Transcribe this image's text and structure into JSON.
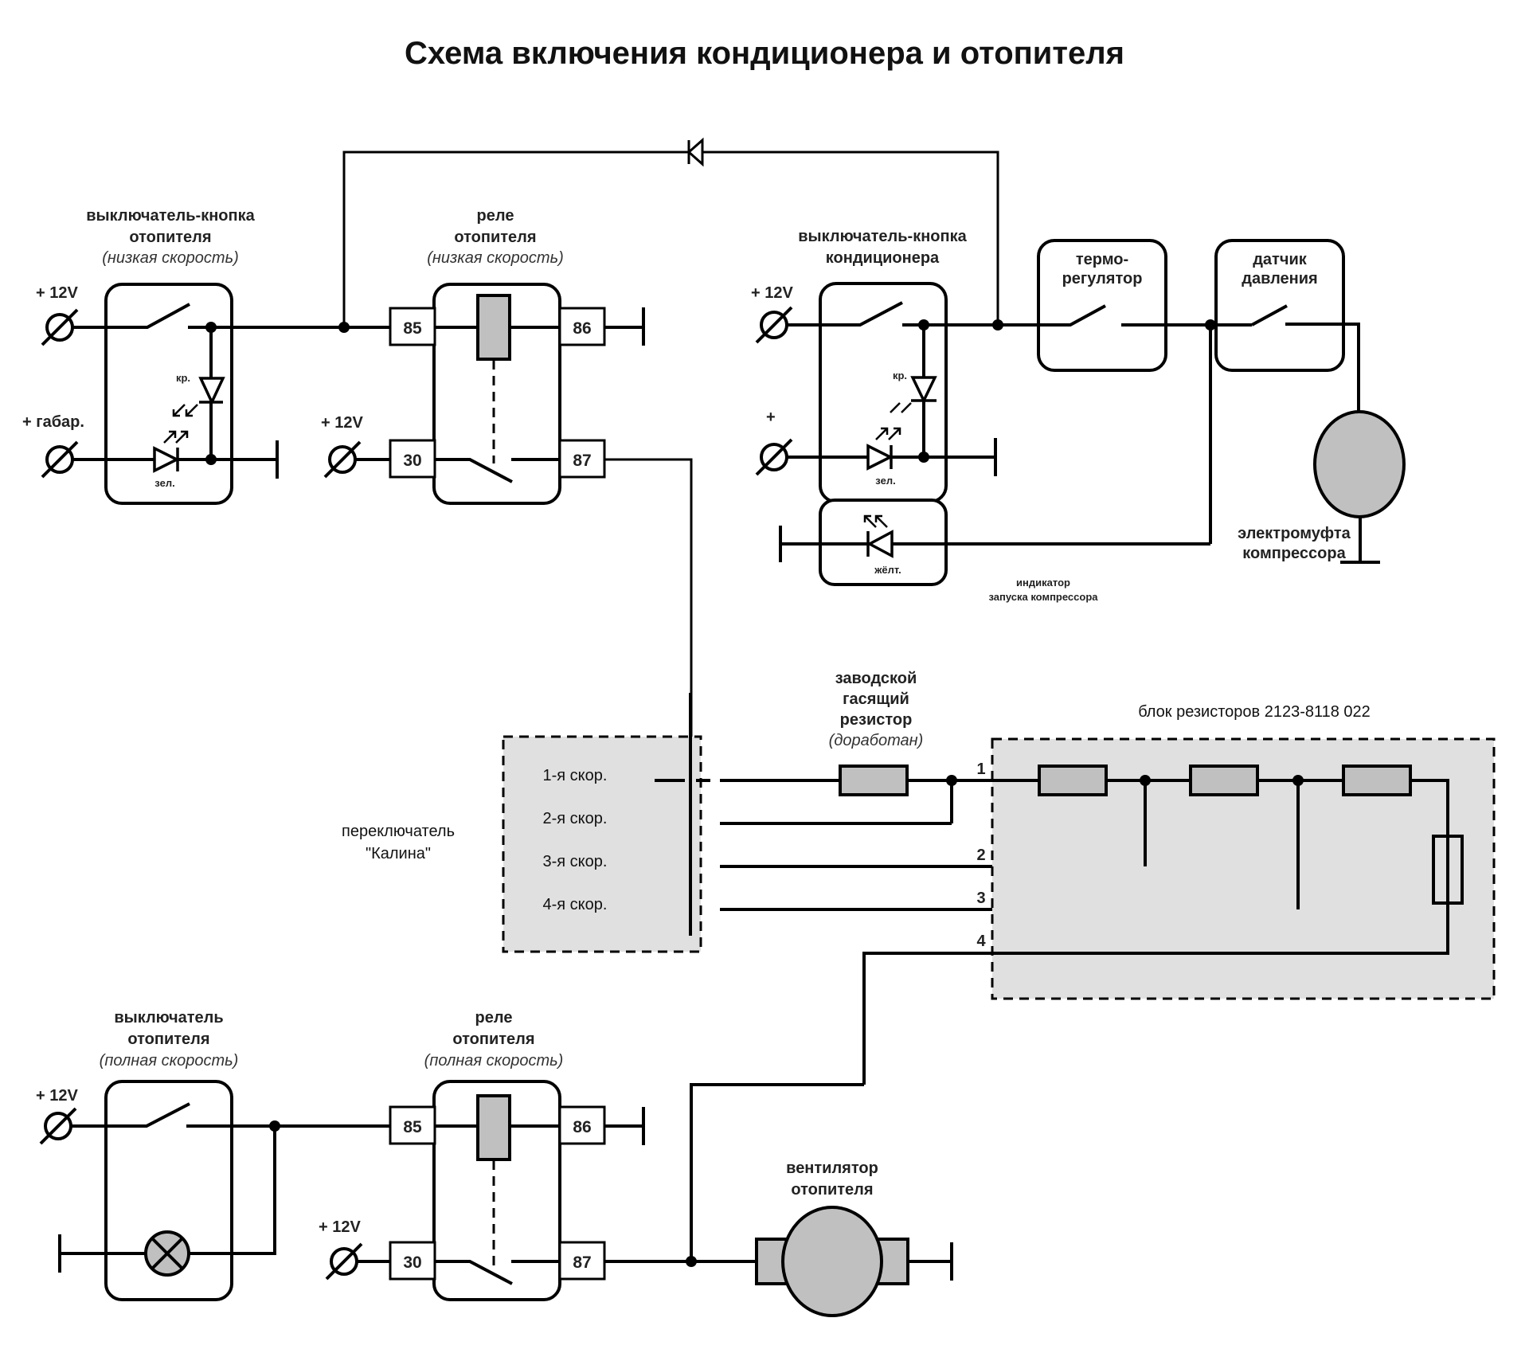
{
  "title": "Схема включения кондиционера и отопителя",
  "heater_button_low": {
    "label_line1": "выключатель-кнопка",
    "label_line2": "отопителя",
    "label_note": "(низкая скорость)",
    "supply_label": "+ 12V",
    "parking_label": "+ габар.",
    "led_red": "кр.",
    "led_green": "зел."
  },
  "heater_relay_low": {
    "label_line1": "реле",
    "label_line2": "отопителя",
    "label_note": "(низкая скорость)",
    "supply_label": "+ 12V",
    "pins": [
      "85",
      "86",
      "30",
      "87"
    ]
  },
  "ac_button": {
    "label_line1": "выключатель-кнопка",
    "label_line2": "кондиционера",
    "supply_label": "+ 12V",
    "plus_label": "+",
    "led_red": "кр.",
    "led_green": "зел.",
    "led_yellow": "жёлт.",
    "indicator_line1": "индикатор",
    "indicator_line2": "запуска компрессора"
  },
  "thermostat": {
    "label_line1": "термо-",
    "label_line2": "регулятор"
  },
  "pressure_sensor": {
    "label_line1": "датчик",
    "label_line2": "давления"
  },
  "compressor_clutch": {
    "label_line1": "электромуфта",
    "label_line2": "компрессора"
  },
  "factory_resistor": {
    "label_line1": "заводской",
    "label_line2": "гасящий",
    "label_line3": "резистор",
    "label_note": "(доработан)"
  },
  "speed_switch": {
    "label_line1": "переключатель",
    "label_line2": "\"Калина\"",
    "positions": [
      "1-я скор.",
      "2-я скор.",
      "3-я скор.",
      "4-я скор."
    ]
  },
  "resistor_block": {
    "label": "блок резисторов 2123-8118 022",
    "terminals": [
      "1",
      "2",
      "3",
      "4"
    ]
  },
  "heater_switch_full": {
    "label_line1": "выключатель",
    "label_line2": "отопителя",
    "label_note": "(полная скорость)",
    "supply_label": "+ 12V"
  },
  "heater_relay_full": {
    "label_line1": "реле",
    "label_line2": "отопителя",
    "label_note": "(полная скорость)",
    "supply_label": "+ 12V",
    "pins": [
      "85",
      "86",
      "30",
      "87"
    ]
  },
  "heater_fan": {
    "label_line1": "вентилятор",
    "label_line2": "отопителя"
  }
}
